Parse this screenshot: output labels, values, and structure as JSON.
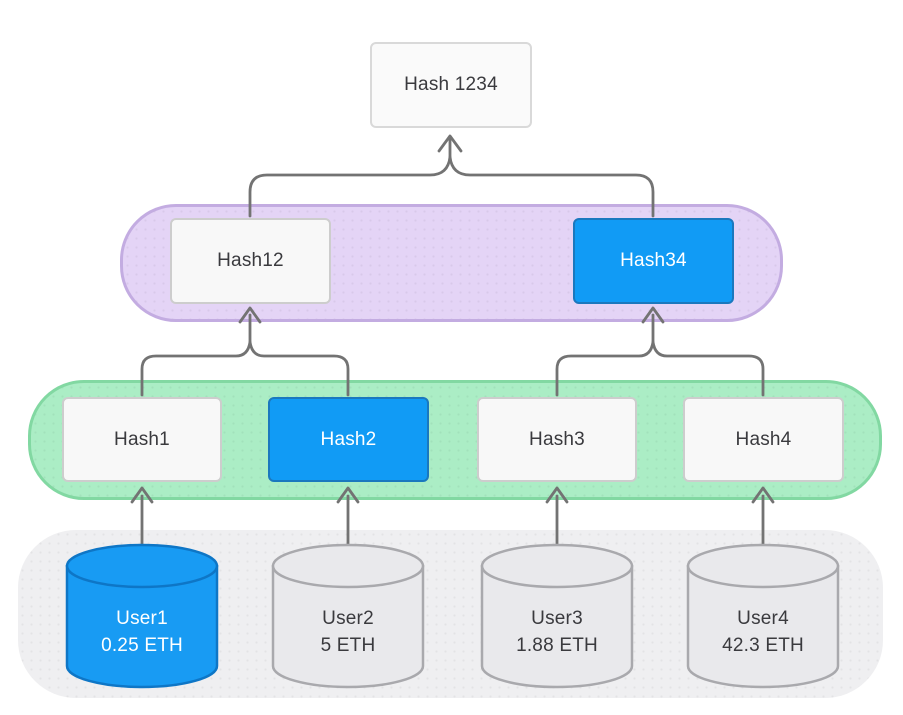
{
  "nodes": {
    "root": {
      "label": "Hash 1234",
      "highlighted": false
    },
    "branches": [
      {
        "label": "Hash12",
        "highlighted": false
      },
      {
        "label": "Hash34",
        "highlighted": true
      }
    ],
    "leaves": [
      {
        "label": "Hash1",
        "highlighted": false
      },
      {
        "label": "Hash2",
        "highlighted": true
      },
      {
        "label": "Hash3",
        "highlighted": false
      },
      {
        "label": "Hash4",
        "highlighted": false
      }
    ],
    "users": [
      {
        "name": "User1",
        "amount": "0.25 ETH",
        "highlighted": true
      },
      {
        "name": "User2",
        "amount": "5 ETH",
        "highlighted": false
      },
      {
        "name": "User3",
        "amount": "1.88 ETH",
        "highlighted": false
      },
      {
        "name": "User4",
        "amount": "42.3 ETH",
        "highlighted": false
      }
    ]
  },
  "colors": {
    "highlight_blue": "#119BF5",
    "highlight_blue_border": "#1B78BE",
    "cylinder_blue": "#189BF3",
    "cylinder_blue_border": "#0E76C6",
    "cylinder_gray": "#E9E9EC",
    "cylinder_gray_border": "#A9A9AD",
    "purple_container": "#E4D4F6",
    "purple_container_border": "#C3ACE1",
    "green_container": "#ABEDC5",
    "green_container_border": "#82D8A2",
    "gray_container": "#EFEFF1",
    "node_fill": "#F8F8F8",
    "node_border": "#CDCDCD",
    "arrow_gray": "#737373",
    "text_dark": "#3A3A3E"
  }
}
